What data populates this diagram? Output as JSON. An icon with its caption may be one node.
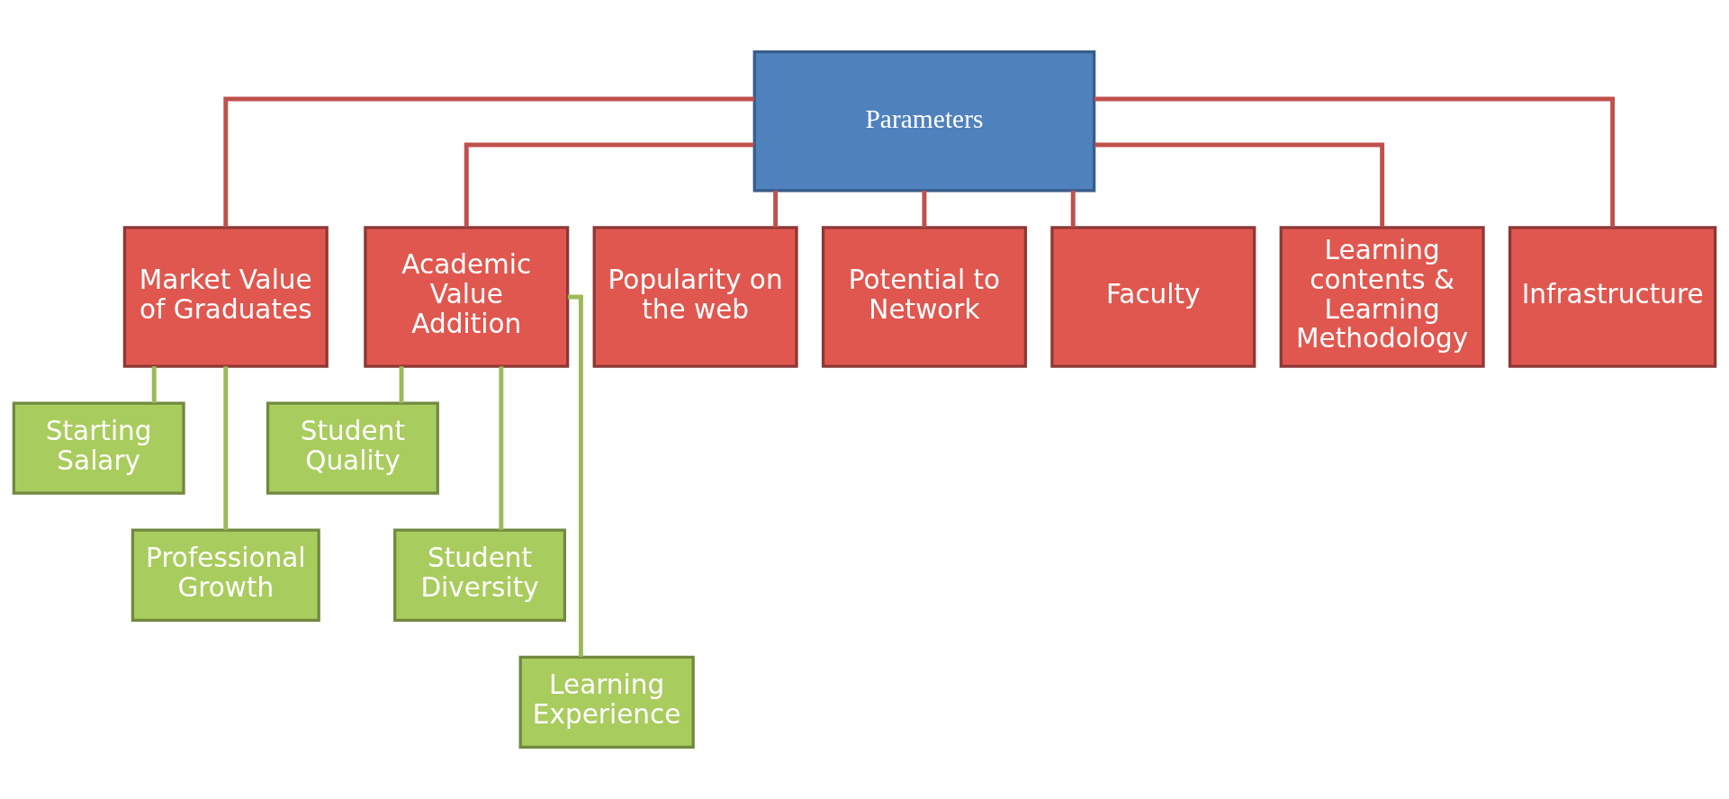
{
  "diagram": {
    "nodes": [
      {
        "text": [
          "Parameters"
        ]
      },
      {
        "text": [
          "Market Value of Graduates"
        ]
      },
      {
        "text": [
          "Academic Value Addition"
        ]
      },
      {
        "text": [
          "Popularity on the web"
        ]
      },
      {
        "text": [
          "Potential to Network"
        ]
      },
      {
        "text": [
          "Faculty"
        ]
      },
      {
        "text": [
          "Learning contents & Learning Methodology"
        ]
      },
      {
        "text": [
          "Infrastructure"
        ]
      },
      {
        "text": [
          "Starting Salary"
        ]
      },
      {
        "text": [
          "Professional Growth"
        ]
      },
      {
        "text": [
          "Student Quality"
        ]
      },
      {
        "text": [
          "Student Diversity"
        ]
      },
      {
        "text": [
          "Learning Experience"
        ]
      }
    ],
    "edges": [
      {
        "from": 0,
        "to": 1,
        "arrow": "none"
      },
      {
        "from": 0,
        "to": 2,
        "arrow": "none"
      },
      {
        "from": 0,
        "to": 3,
        "arrow": "none"
      },
      {
        "from": 0,
        "to": 4,
        "arrow": "none"
      },
      {
        "from": 0,
        "to": 5,
        "arrow": "none"
      },
      {
        "from": 0,
        "to": 6,
        "arrow": "none"
      },
      {
        "from": 0,
        "to": 7,
        "arrow": "none"
      },
      {
        "from": 1,
        "to": 8,
        "arrow": "none",
        "color": "#9bbb59"
      },
      {
        "from": 1,
        "to": 9,
        "arrow": "none",
        "color": "#9bbb59"
      },
      {
        "from": 2,
        "to": 10,
        "arrow": "none",
        "color": "#9bbb59"
      },
      {
        "from": 2,
        "to": 11,
        "arrow": "none",
        "color": "#9bbb59"
      },
      {
        "from": 2,
        "to": 12,
        "arrow": "none",
        "color": "#9bbb59"
      }
    ]
  }
}
